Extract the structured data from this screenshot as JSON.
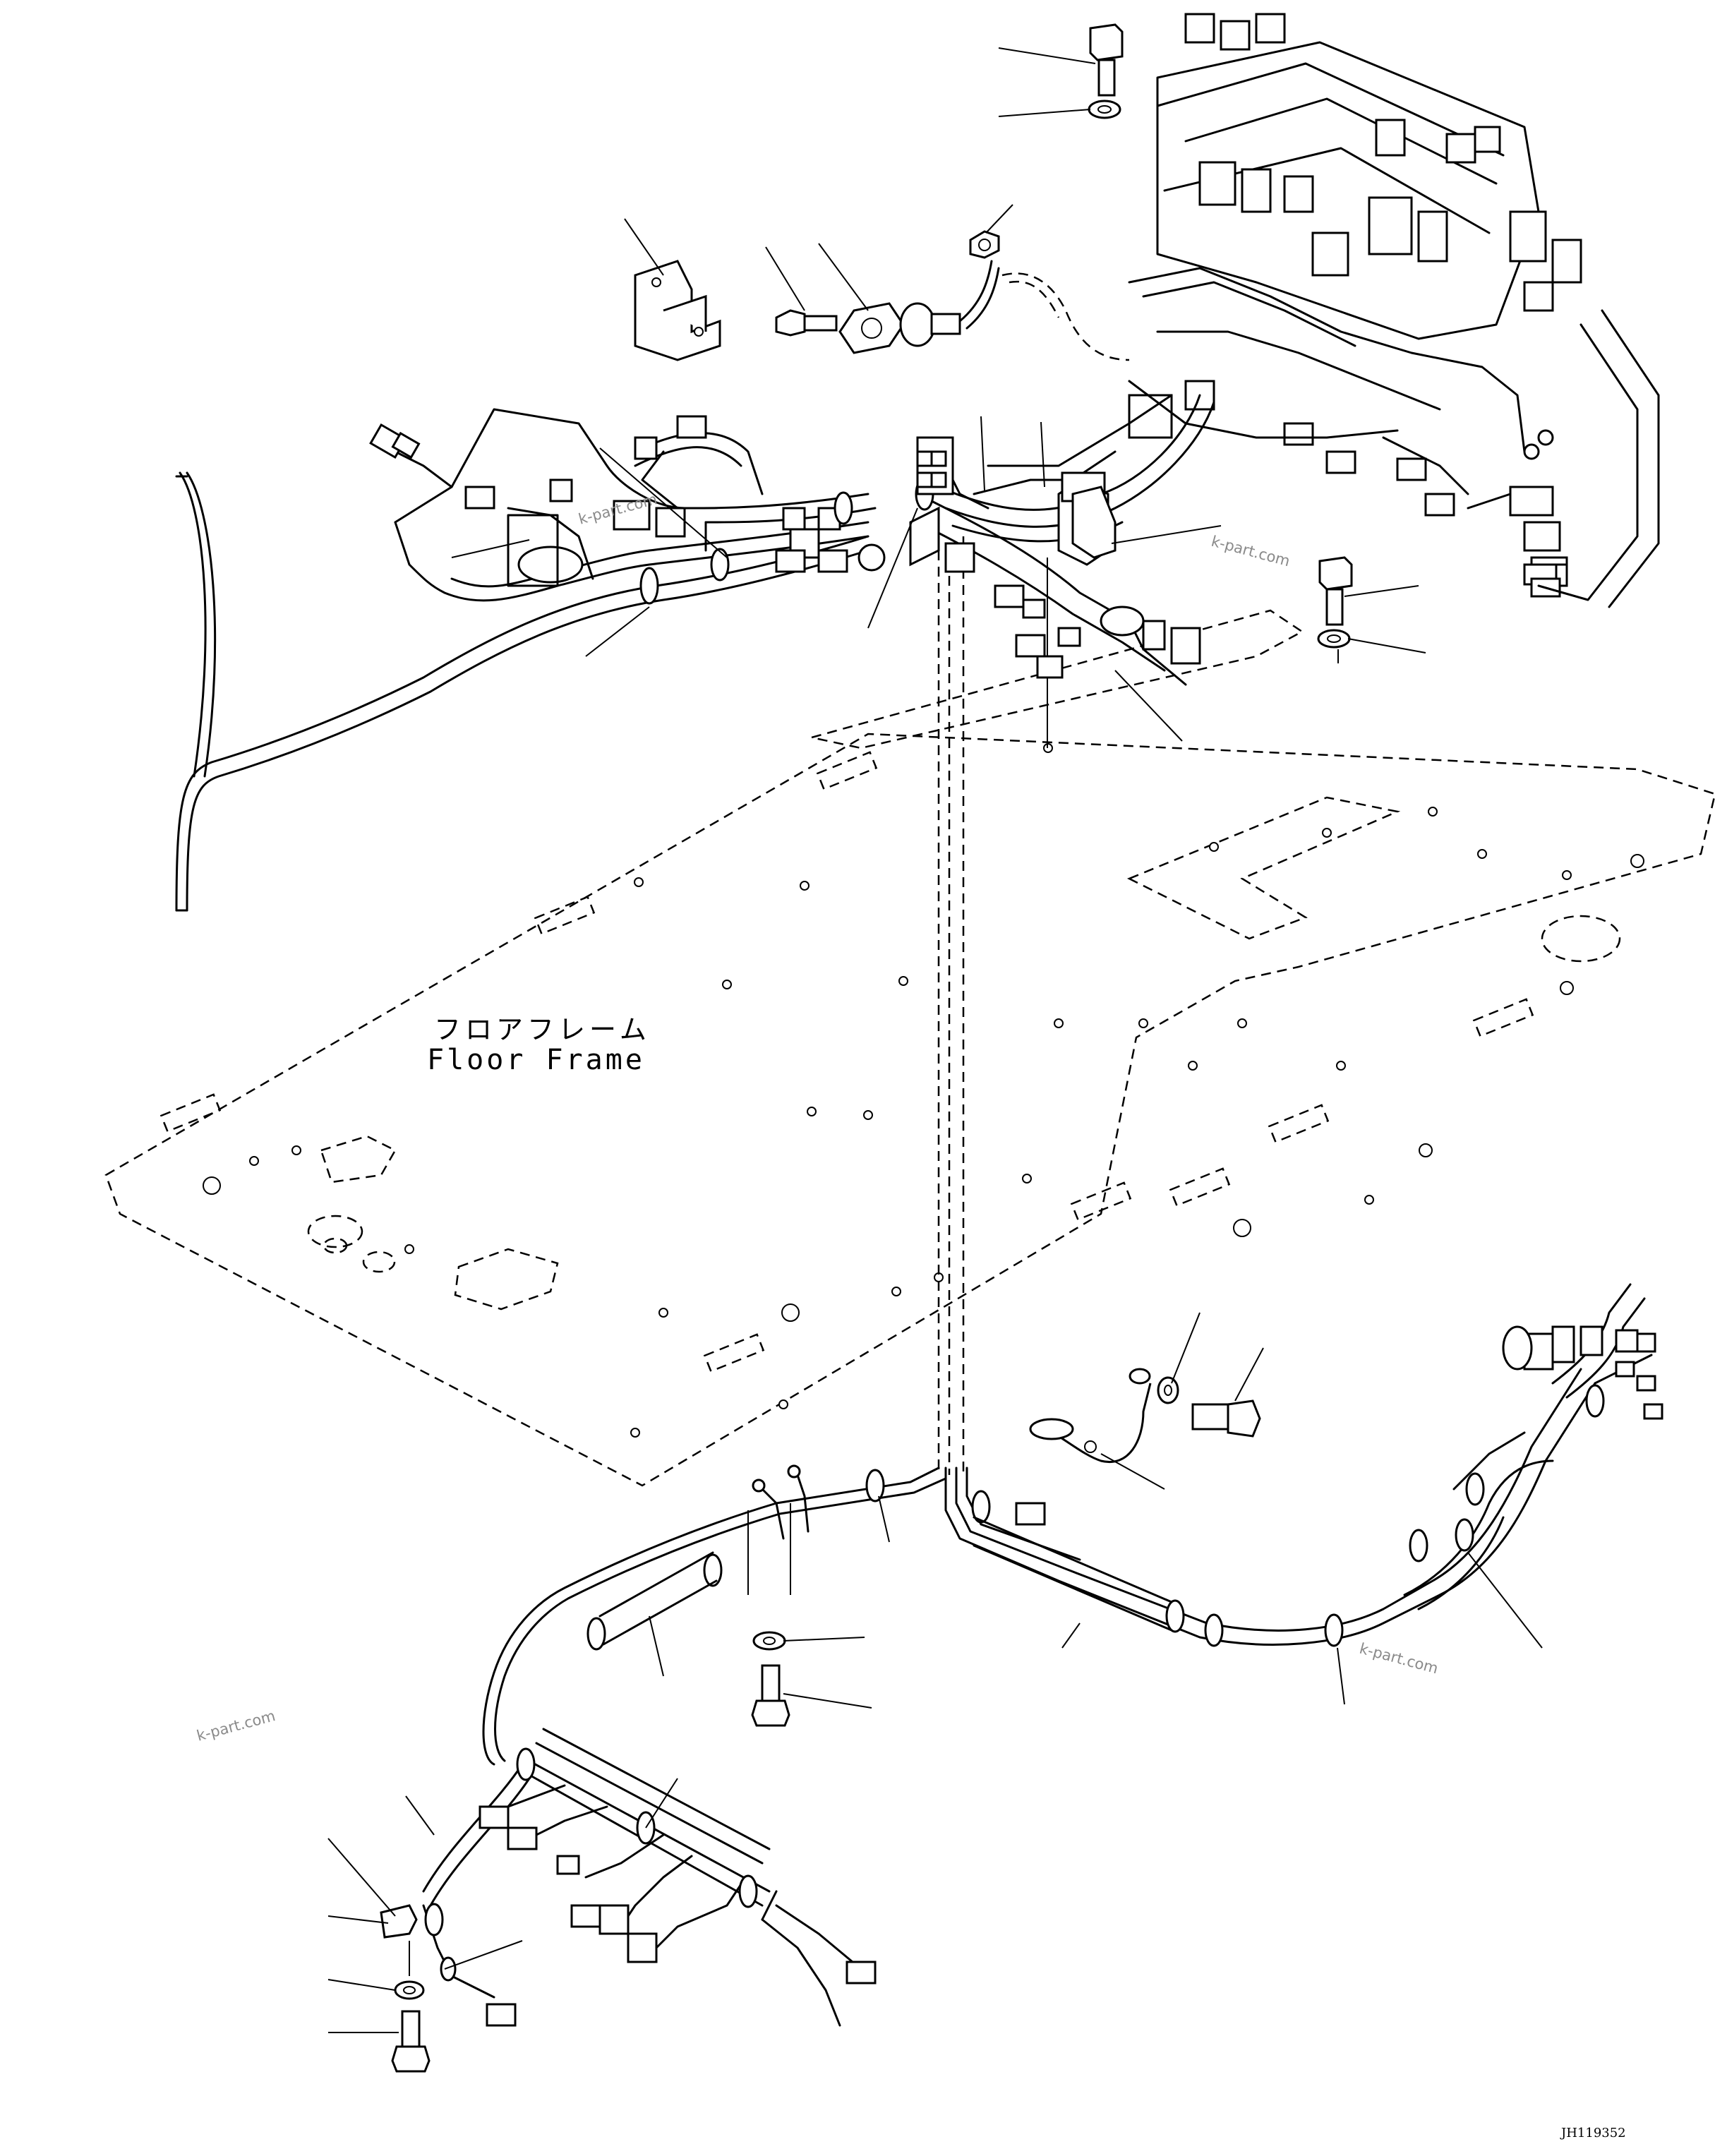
{
  "floor_label": {
    "japanese": "フロアフレーム",
    "english": "Floor Frame"
  },
  "watermarks": [
    "k-part.com",
    "k-part.com",
    "k-part.com",
    "k-part.com"
  ],
  "drawing_code": "JH119352"
}
